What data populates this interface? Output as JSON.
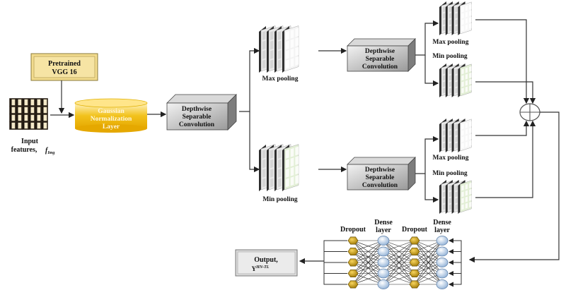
{
  "diagram": {
    "input": {
      "label_line1": "Input",
      "label_line2": "features,",
      "symbol": "f",
      "symbol_sub": "Img"
    },
    "pretrained": {
      "line1": "Pretrained",
      "line2": "VGG 16",
      "color": "#f3dc8e"
    },
    "gaussian": {
      "line1": "Gaussian",
      "line2": "Normalization",
      "line3": "Layer",
      "color": "#f2c21c"
    },
    "dsc_main": {
      "line1": "Depthwise",
      "line2": "Separable",
      "line3": "Convolution"
    },
    "dsc_top": {
      "line1": "Depthwise",
      "line2": "Separable",
      "line3": "Convolution"
    },
    "dsc_bottom": {
      "line1": "Depthwise",
      "line2": "Separable",
      "line3": "Convolution"
    },
    "pool_max_mid": "Max pooling",
    "pool_min_mid": "Min pooling",
    "pool_top_max": "Max pooling",
    "pool_top_min": "Min pooling",
    "pool_bot_max": "Max pooling",
    "pool_bot_min": "Min pooling",
    "fusion_symbol": "concatenation",
    "mlp": {
      "labels": [
        "Dropout",
        "Dense",
        "layer",
        "Dropout",
        "Dense",
        "layer"
      ],
      "layers": [
        "dropout",
        "dense",
        "dropout",
        "dense"
      ],
      "nodes_per_layer": 5,
      "dropout_color": "#d4a017",
      "dense_color": "#c9dbef"
    },
    "output": {
      "line1": "Output,",
      "symbol": "Y",
      "superscript": "HN-TL"
    }
  }
}
